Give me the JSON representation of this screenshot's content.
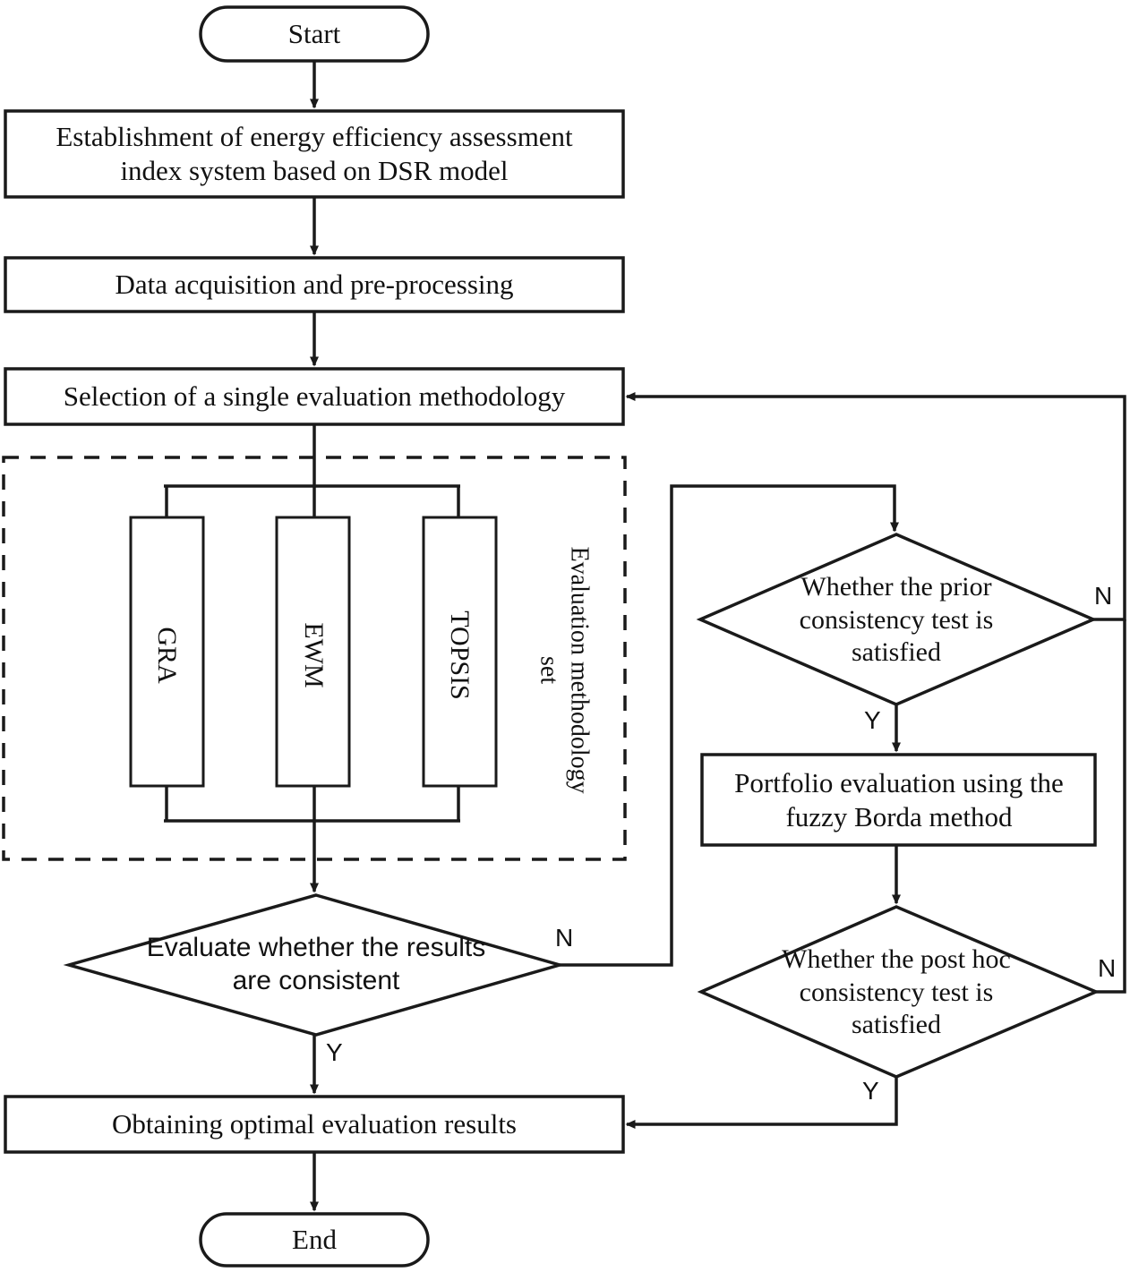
{
  "diagram": {
    "title": "Energy efficiency assessment evaluation flowchart",
    "colors": {
      "stroke": "#1a1a1a",
      "text": "#111111",
      "background": "#ffffff"
    },
    "nodes": {
      "start": {
        "label": "Start",
        "shape": "terminator"
      },
      "establishment": {
        "label": "Establishment of energy efficiency assessment index system based on DSR model",
        "shape": "process"
      },
      "data_acquisition": {
        "label": "Data acquisition and pre-processing",
        "shape": "process"
      },
      "selection": {
        "label": "Selection of a single evaluation methodology",
        "shape": "process"
      },
      "method_gra": {
        "label": "GRA",
        "shape": "process-vertical"
      },
      "method_ewm": {
        "label": "EWM",
        "shape": "process-vertical"
      },
      "method_topsis": {
        "label": "TOPSIS",
        "shape": "process-vertical"
      },
      "method_set_label": {
        "label": "Evaluation methodology set",
        "shape": "group-label"
      },
      "evaluate_consistent": {
        "label": "Evaluate whether the results are consistent",
        "shape": "decision"
      },
      "prior_consistency": {
        "label": "Whether the prior consistency test is satisfied",
        "shape": "decision"
      },
      "portfolio_evaluation": {
        "label": "Portfolio evaluation using the fuzzy Borda method",
        "shape": "process"
      },
      "posthoc_consistency": {
        "label": "Whether the post hoc consistency test is satisfied",
        "shape": "decision"
      },
      "obtaining_results": {
        "label": "Obtaining optimal evaluation results",
        "shape": "process"
      },
      "end": {
        "label": "End",
        "shape": "terminator"
      }
    },
    "branch_labels": {
      "evaluate_no": "N",
      "evaluate_yes": "Y",
      "prior_no": "N",
      "prior_yes": "Y",
      "posthoc_no": "N",
      "posthoc_yes": "Y"
    }
  }
}
